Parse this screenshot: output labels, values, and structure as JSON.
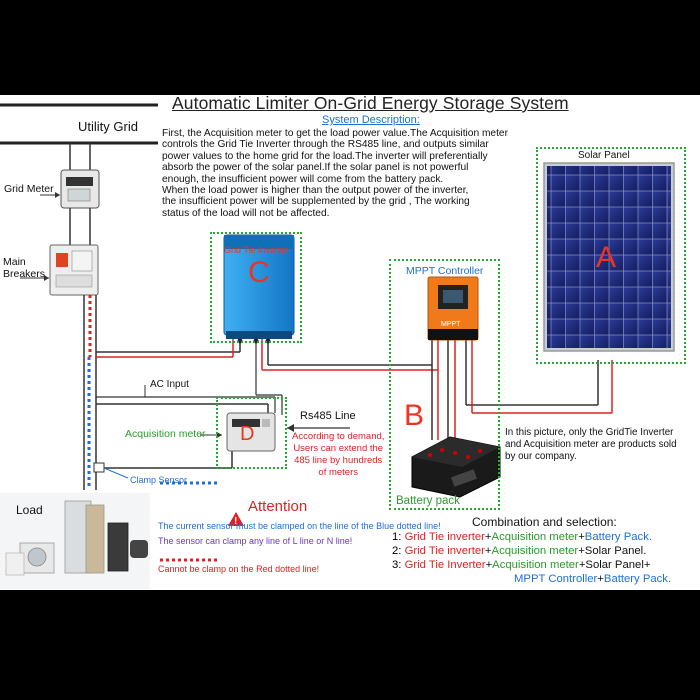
{
  "title": "Automatic Limiter On-Grid Energy Storage System",
  "system_description": {
    "heading": "System Description:",
    "lines": [
      "First, the Acquisition meter to get the load power value.The Acquisition meter",
      "controls the Grid Tie Inverter through the RS485 line, and outputs similar",
      "power values to the home grid for the load.The inverter will preferentially",
      "absorb the power of the solar panel.If the solar panel is not powerful",
      "enough, the insufficient power will come from the battery pack.",
      "When the load power is higher than the output power of the inverter,",
      "the insufficient power will be supplemented by the grid , The working",
      "status of the load will not be affected."
    ]
  },
  "labels": {
    "utility_grid": "Utility  Grid",
    "grid_meter": "Grid Meter",
    "main_breakers": "Main\nBreakers",
    "grid_tie_inverter": "Grid Tie Inverter",
    "mppt_controller": "MPPT Controller",
    "mppt_device_label": "MPPT",
    "solar_panel": "Solar Panel",
    "ac_input": "AC Input",
    "acquisition_meter": "Acquisition meter",
    "rs485_line": "Rs485 Line",
    "rs485_note": "According to demand,\nUsers can extend the\n485 line by hundreds\nof meters",
    "clamp_sensor": "Clamp Sensor",
    "battery_pack": "Battery pack",
    "load": "Load",
    "letter_a": "A",
    "letter_b": "B",
    "letter_c": "C",
    "letter_d": "D"
  },
  "product_note": "In this picture, only the GridTie Inverter\nand Acquisition meter are products sold\nby our company.",
  "attention": {
    "title": "Attention",
    "line1": "The current sensor must be clamped on the line of the Blue dotted line!",
    "line2": "The sensor can clamp any line of L line or N line!",
    "line3": "Cannot be clamp on the Red dotted line!"
  },
  "combination": {
    "heading": "Combination and selection:",
    "options": [
      {
        "num": "1:",
        "parts": [
          [
            "Grid  Tie  inverter",
            "red"
          ],
          [
            "+",
            "black"
          ],
          [
            "Acquisition meter",
            "green"
          ],
          [
            "+",
            "black"
          ],
          [
            "Battery Pack.",
            "blue"
          ]
        ]
      },
      {
        "num": "2:",
        "parts": [
          [
            "Grid  Tie  inverter",
            "red"
          ],
          [
            "+",
            "black"
          ],
          [
            "Acquisition meter",
            "green"
          ],
          [
            "+Solar Panel.",
            "black"
          ]
        ]
      },
      {
        "num": "3:",
        "parts": [
          [
            "Grid  Tie  Inverter",
            "red"
          ],
          [
            "+",
            "black"
          ],
          [
            "Acquisition meter",
            "green"
          ],
          [
            "+Solar Panel+",
            "black"
          ]
        ]
      }
    ],
    "option3_cont": [
      [
        "MPPT Controller",
        "blue"
      ],
      [
        "+",
        "black"
      ],
      [
        "Battery Pack.",
        "blue"
      ]
    ]
  },
  "colors": {
    "green_box": "#22aa33",
    "red_wire": "#d22222",
    "blue_wire": "#1f6fd0",
    "inverter_blue": "#1e8fd8",
    "mppt_orange": "#f07a1a",
    "solar_panel": "#1d2a7a"
  }
}
